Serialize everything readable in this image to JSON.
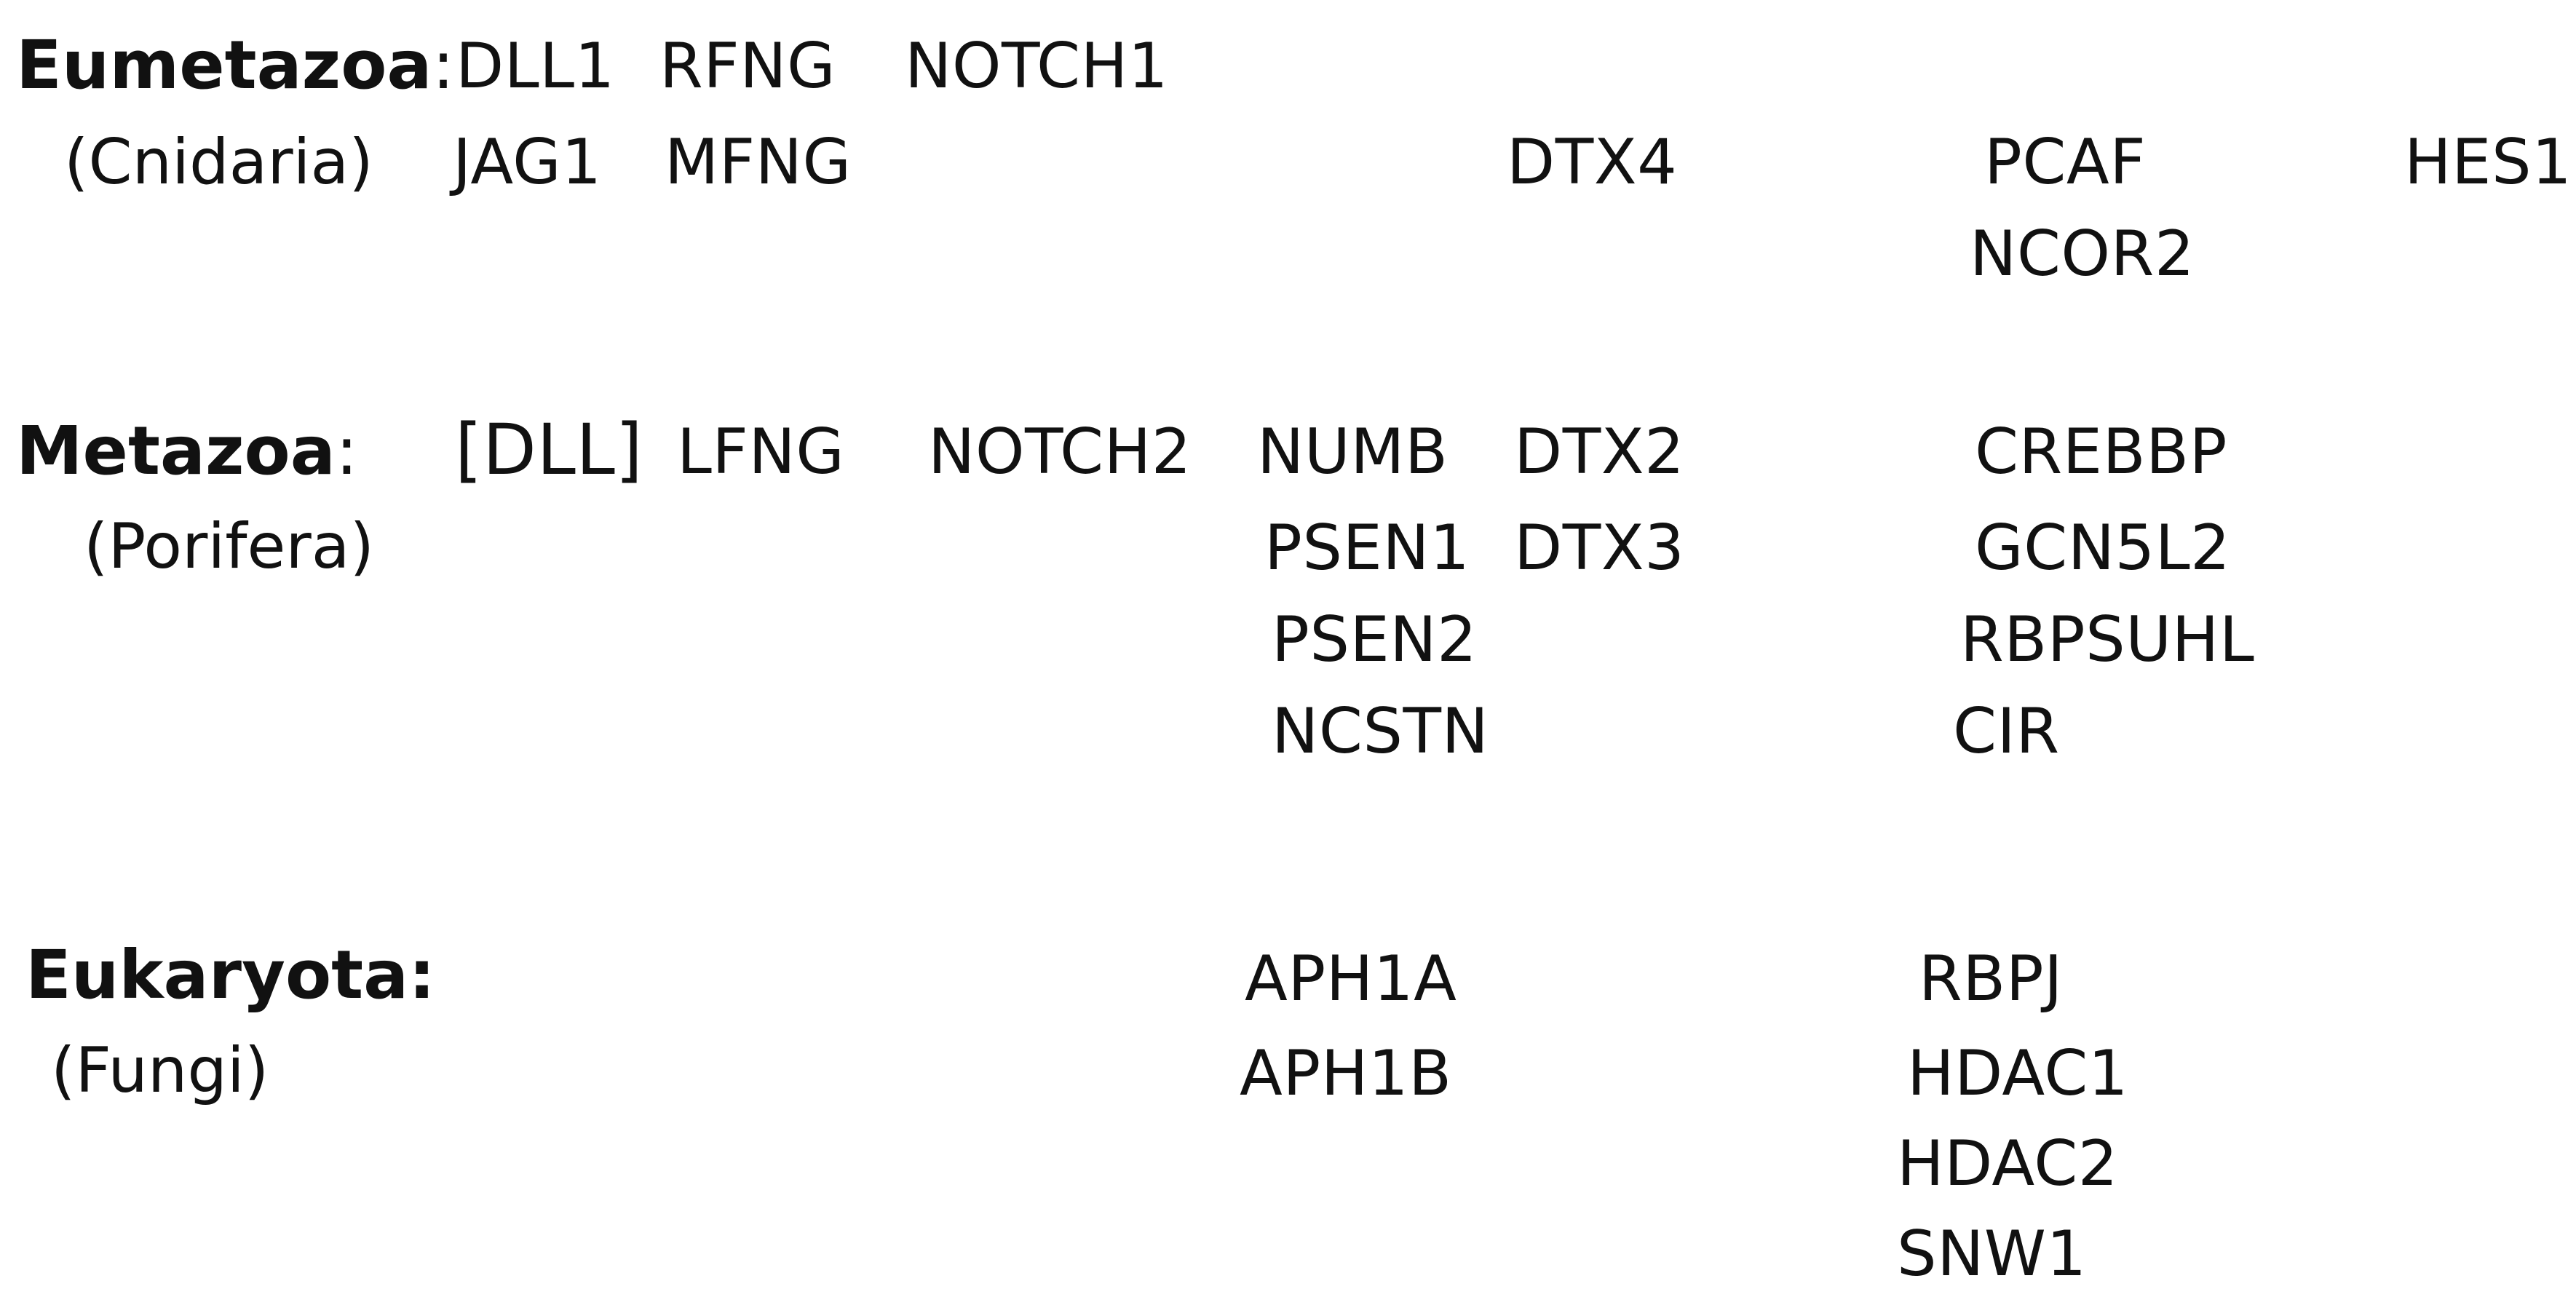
{
  "rows": [
    {
      "taxon": "Eumetazoa",
      "colon": ":",
      "clade": "(Cnidaria)",
      "genes": [
        "DLL1",
        "RFNG",
        "NOTCH1",
        "JAG1",
        "MFNG",
        "DTX4",
        "PCAF",
        "HES1",
        "NCOR2"
      ]
    },
    {
      "taxon": "Metazoa",
      "colon": ":",
      "clade": "(Porifera)",
      "genes": [
        "[DLL]",
        "LFNG",
        "NOTCH2",
        "NUMB",
        "DTX2",
        "CREBBP",
        "PSEN1",
        "DTX3",
        "GCN5L2",
        "PSEN2",
        "RBPSUHL",
        "NCSTN",
        "CIR"
      ]
    },
    {
      "taxon": "Eukaryota:",
      "colon": "",
      "clade": "(Fungi)",
      "genes": [
        "APH1A",
        "RBPJ",
        "APH1B",
        "HDAC1",
        "HDAC2",
        "SNW1"
      ]
    }
  ]
}
